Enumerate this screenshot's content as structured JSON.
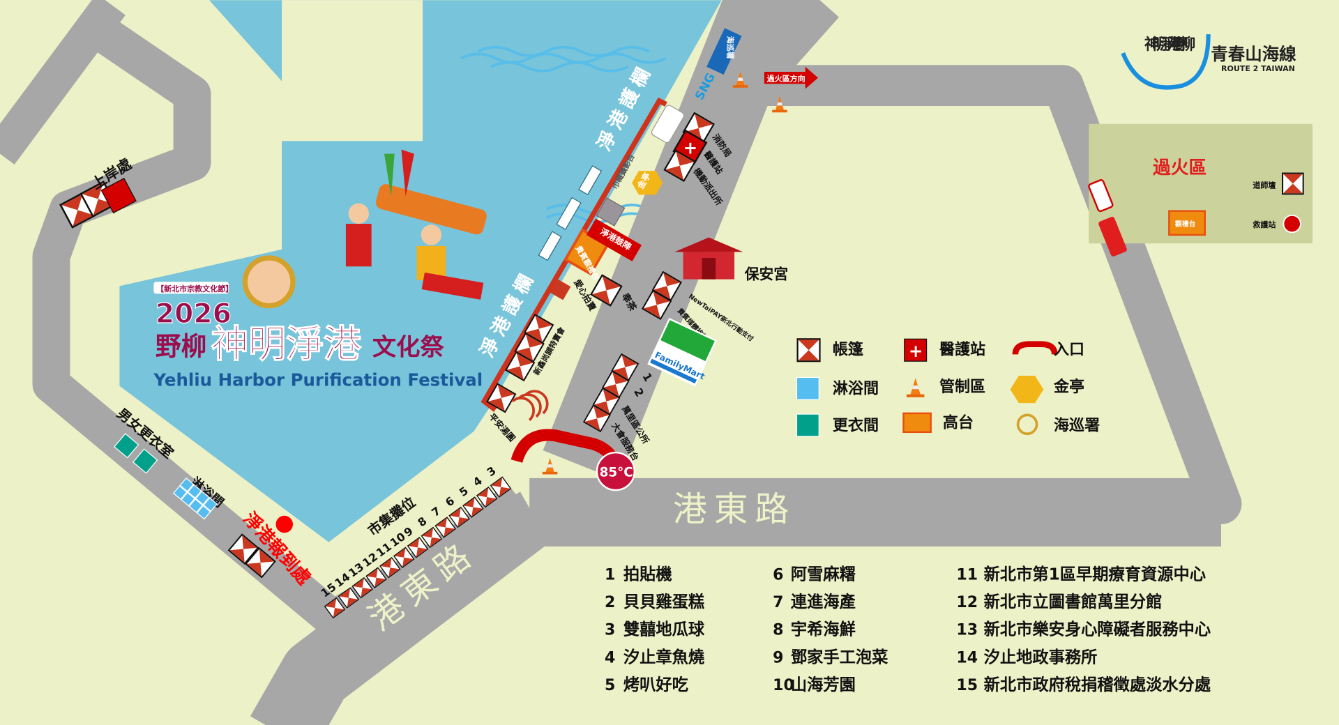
{
  "title": {
    "tag": "【新北市宗教文化節】",
    "year": "2026",
    "name_prefix": "野柳",
    "name_main": "神明淨港",
    "name_suffix": "文化祭",
    "english": "Yehliu Harbor Purification Festival"
  },
  "logos": {
    "festival": "神明淨港 野柳",
    "route": "青春山海線",
    "route_en": "ROUTE 2 TAIWAN"
  },
  "roads": {
    "upper": "港東路",
    "lower": "港東路"
  },
  "labels": {
    "landing": "上岸處",
    "fence_upper": "淨港護欄",
    "fence_lower": "淨港護欄",
    "photo_stand": "巾幟攝影台",
    "kiosk": "金亭",
    "vip_stand": "貴賓觀禮台",
    "drum": "淨港鼓陣",
    "charity": "愛心拍賣",
    "tea": "奉茶",
    "sale": "新鑫尚韻特賣會",
    "tangyuan": "平安湯圓",
    "coast_guard": "海巡署",
    "sng": "SNG",
    "fire": "消防局",
    "medical": "醫護站",
    "police": "機動派出所",
    "fire_direction": "過火區方向",
    "temple": "保安宮",
    "newtaipay": "NewTaiPAY新北行動支付",
    "media": "貴賓媒體接待處",
    "familymart": "FamilyMart",
    "booth1": "1",
    "booth2": "2",
    "district_office": "萬里區公所",
    "service_desk": "大會服務台",
    "cafe": "85°C",
    "changing_room": "男女更衣室",
    "shower": "淋浴間",
    "checkin": "淨港報到處",
    "market": "市集攤位",
    "fire_zone": "過火區",
    "altar": "道師壇",
    "rescue": "救護站",
    "viewing": "觀禮台"
  },
  "market": {
    "stall_numbers": [
      "15",
      "14",
      "13",
      "12",
      "11",
      "10",
      "9",
      "8",
      "7",
      "6",
      "5",
      "4",
      "3"
    ]
  },
  "legend": [
    {
      "icon": "tent-icon",
      "label": "帳篷"
    },
    {
      "icon": "medical-icon",
      "label": "醫護站"
    },
    {
      "icon": "entrance-icon",
      "label": "入口"
    },
    {
      "icon": "shower-icon",
      "label": "淋浴間"
    },
    {
      "icon": "cone-icon",
      "label": "管制區"
    },
    {
      "icon": "kiosk-icon",
      "label": "金亭"
    },
    {
      "icon": "changing-icon",
      "label": "更衣間"
    },
    {
      "icon": "stage-icon",
      "label": "高台"
    },
    {
      "icon": "coast-guard-icon",
      "label": "海巡署"
    }
  ],
  "vendors": [
    {
      "num": "1",
      "name": "拍貼機"
    },
    {
      "num": "2",
      "name": "貝貝雞蛋糕"
    },
    {
      "num": "3",
      "name": "雙囍地瓜球"
    },
    {
      "num": "4",
      "name": "汐止章魚燒"
    },
    {
      "num": "5",
      "name": "烤叭好吃"
    },
    {
      "num": "6",
      "name": "阿雪麻糬"
    },
    {
      "num": "7",
      "name": "連進海產"
    },
    {
      "num": "8",
      "name": "宇希海鮮"
    },
    {
      "num": "9",
      "name": "鄧家手工泡菜"
    },
    {
      "num": "10",
      "name": "山海芳園"
    },
    {
      "num": "11",
      "name": "新北市第1區早期療育資源中心"
    },
    {
      "num": "12",
      "name": "新北市立圖書館萬里分館"
    },
    {
      "num": "13",
      "name": "新北市樂安身心障礙者服務中心"
    },
    {
      "num": "14",
      "name": "汐止地政事務所"
    },
    {
      "num": "15",
      "name": "新北市政府稅捐稽徵處淡水分處"
    }
  ],
  "colors": {
    "land": "#edf1c7",
    "water": "#78c4db",
    "road": "#a7a7a7",
    "tent_red": "#c9381f",
    "title": "#9b0d4c",
    "accent_red": "#d40000"
  }
}
